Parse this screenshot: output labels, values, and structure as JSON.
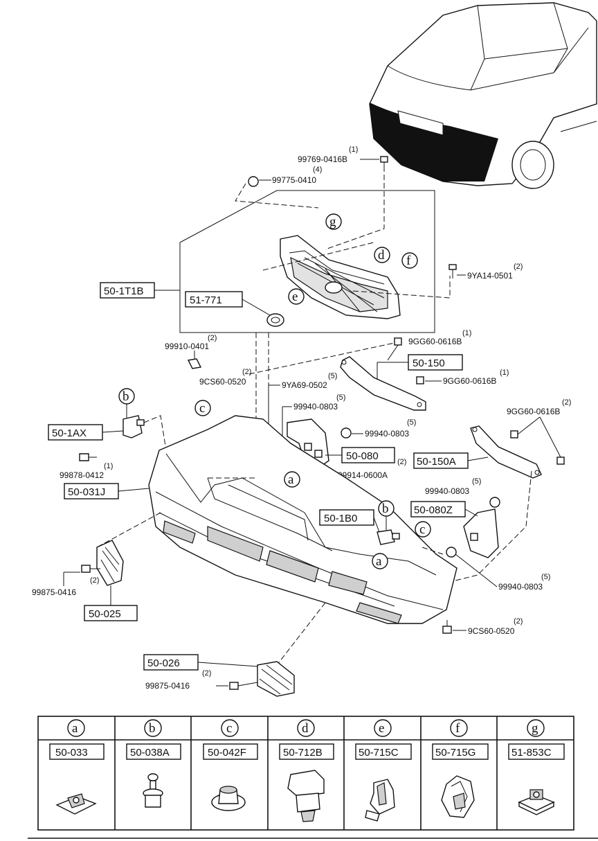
{
  "callouts": {
    "c_99769": "99769-0416B",
    "c_99769_q": "(1)",
    "c_99775": "99775-0410",
    "c_99775_q": "(4)",
    "c_9ya14": "9YA14-0501",
    "c_9ya14_q": "(2)",
    "c_9gg60_a": "9GG60-0616B",
    "c_9gg60_a_q": "(1)",
    "c_99910": "99910-0401",
    "c_99910_q": "(2)",
    "c_9cs60_a": "9CS60-0520",
    "c_9cs60_a_q": "(2)",
    "c_9ya69": "9YA69-0502",
    "c_9ya69_q": "(5)",
    "c_99940_a": "99940-0803",
    "c_99940_a_q": "(5)",
    "c_9gg60_b": "9GG60-0616B",
    "c_9gg60_b_q": "(1)",
    "c_99940_b": "99940-0803",
    "c_99940_b_q": "(5)",
    "c_9gg60_c": "9GG60-0616B",
    "c_9gg60_c_q": "(2)",
    "c_50080_q": "(2)",
    "c_99914": "99914-0600A",
    "c_99878": "99878-0412",
    "c_99878_q": "(1)",
    "c_99940_c": "99940-0803",
    "c_99940_c_q": "(5)",
    "c_99875_a": "99875-0416",
    "c_99875_a_q": "(2)",
    "c_99940_d": "99940-0803",
    "c_99940_d_q": "(5)",
    "c_9cs60_b": "9CS60-0520",
    "c_9cs60_b_q": "(2)",
    "c_99875_b": "99875-0416",
    "c_99875_b_q": "(2)"
  },
  "boxes": {
    "b_501t1b": "50-1T1B",
    "b_51771": "51-771",
    "b_50150": "50-150",
    "b_501ax": "50-1AX",
    "b_50080": "50-080",
    "b_50150a": "50-150A",
    "b_50031j": "50-031J",
    "b_501b0": "50-1B0",
    "b_50080z": "50-080Z",
    "b_50025": "50-025",
    "b_50026": "50-026"
  },
  "letters": {
    "g": "g",
    "d": "d",
    "f": "f",
    "e": "e",
    "b1": "b",
    "c1": "c",
    "a1": "a",
    "a2": "a",
    "b2": "b",
    "c2": "c",
    "a3": "a"
  },
  "legend": [
    {
      "letter": "a",
      "part": "50-033"
    },
    {
      "letter": "b",
      "part": "50-038A"
    },
    {
      "letter": "c",
      "part": "50-042F"
    },
    {
      "letter": "d",
      "part": "50-712B"
    },
    {
      "letter": "e",
      "part": "50-715C"
    },
    {
      "letter": "f",
      "part": "50-715G"
    },
    {
      "letter": "g",
      "part": "51-853C"
    }
  ]
}
